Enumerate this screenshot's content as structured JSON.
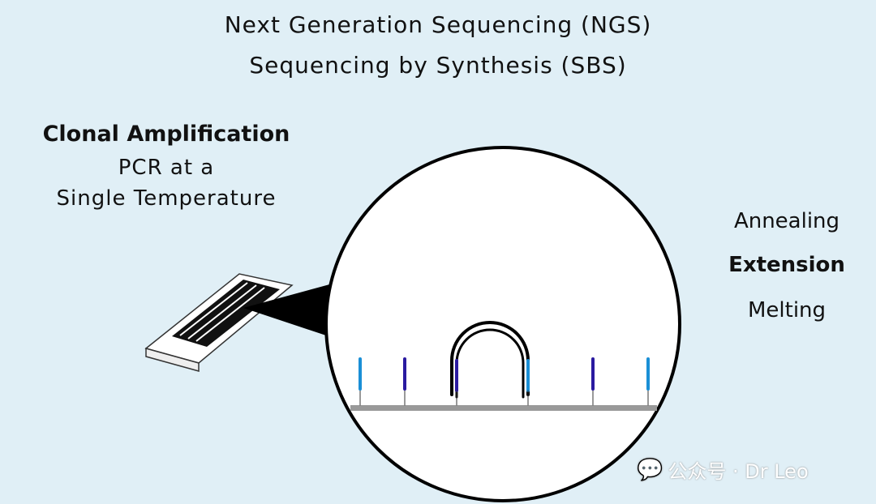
{
  "title": {
    "line1": "Next Generation Sequencing (NGS)",
    "line2": "Sequencing by Synthesis (SBS)"
  },
  "left_label": {
    "heading": "Clonal Amplification",
    "line1": "PCR at a",
    "line2": "Single Temperature"
  },
  "steps": [
    {
      "label": "Annealing",
      "active": false
    },
    {
      "label": "Extension",
      "active": true
    },
    {
      "label": "Melting",
      "active": false
    }
  ],
  "watermark": {
    "icon": "wechat-icon",
    "text": "公众号 · Dr Leo"
  },
  "colors": {
    "background": "#e0eff6",
    "light_primer": "#1a8fd6",
    "dark_primer": "#2a1aa0",
    "surface": "#999999"
  }
}
